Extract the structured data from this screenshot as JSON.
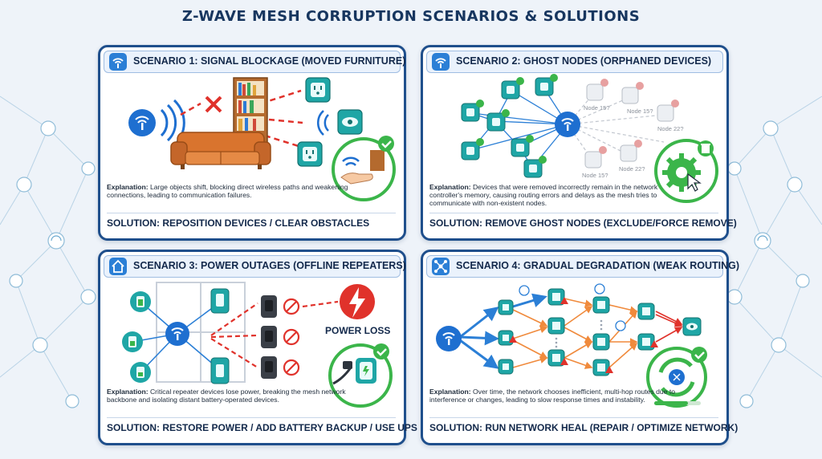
{
  "title": "Z-WAVE MESH CORRUPTION SCENARIOS & SOLUTIONS",
  "scenarios": [
    {
      "title": "SCENARIO 1: SIGNAL BLOCKAGE (MOVED FURNITURE)",
      "explanation_label": "Explanation:",
      "explanation_text": "Large objects shift, blocking direct wireless paths and weakening connections, leading to communication failures.",
      "solution": "SOLUTION: REPOSITION DEVICES / CLEAR OBSTACLES",
      "icon": "wifi-icon"
    },
    {
      "title": "SCENARIO 2: GHOST NODES (ORPHANED DEVICES)",
      "explanation_label": "Explanation:",
      "explanation_text": "Devices that were removed incorrectly remain in the network controller's memory, causing routing errors and delays as the mesh tries to communicate with non-existent nodes.",
      "solution": "SOLUTION: REMOVE GHOST NODES (EXCLUDE/FORCE REMOVE)",
      "icon": "wifi-icon",
      "ghost_labels": [
        "Node 15?",
        "Node 15?",
        "Node 22?",
        "Node 15?",
        "Node 22?"
      ]
    },
    {
      "title": "SCENARIO 3: POWER OUTAGES (OFFLINE REPEATERS)",
      "explanation_label": "Explanation:",
      "explanation_text": "Critical repeater devices lose power, breaking the mesh network backbone and isolating distant battery-operated devices.",
      "solution": "SOLUTION: RESTORE POWER / ADD BATTERY BACKUP / USE UPS",
      "icon": "house-icon",
      "power_loss_label": "POWER LOSS"
    },
    {
      "title": "SCENARIO 4: GRADUAL DEGRADATION (WEAK ROUTING)",
      "explanation_label": "Explanation:",
      "explanation_text": "Over time, the network chooses inefficient, multi-hop routes due to interference or changes, leading to slow response times and instability.",
      "solution": "SOLUTION: RUN NETWORK HEAL (REPAIR / OPTIMIZE NETWORK)",
      "icon": "network-icon"
    }
  ],
  "colors": {
    "panel_border": "#1f4f8c",
    "device_teal": "#1fa6a6",
    "controller_blue": "#1e6fd0",
    "alert_red": "#e0322b",
    "ok_green": "#3bb54a",
    "route_orange": "#f08a3c"
  }
}
